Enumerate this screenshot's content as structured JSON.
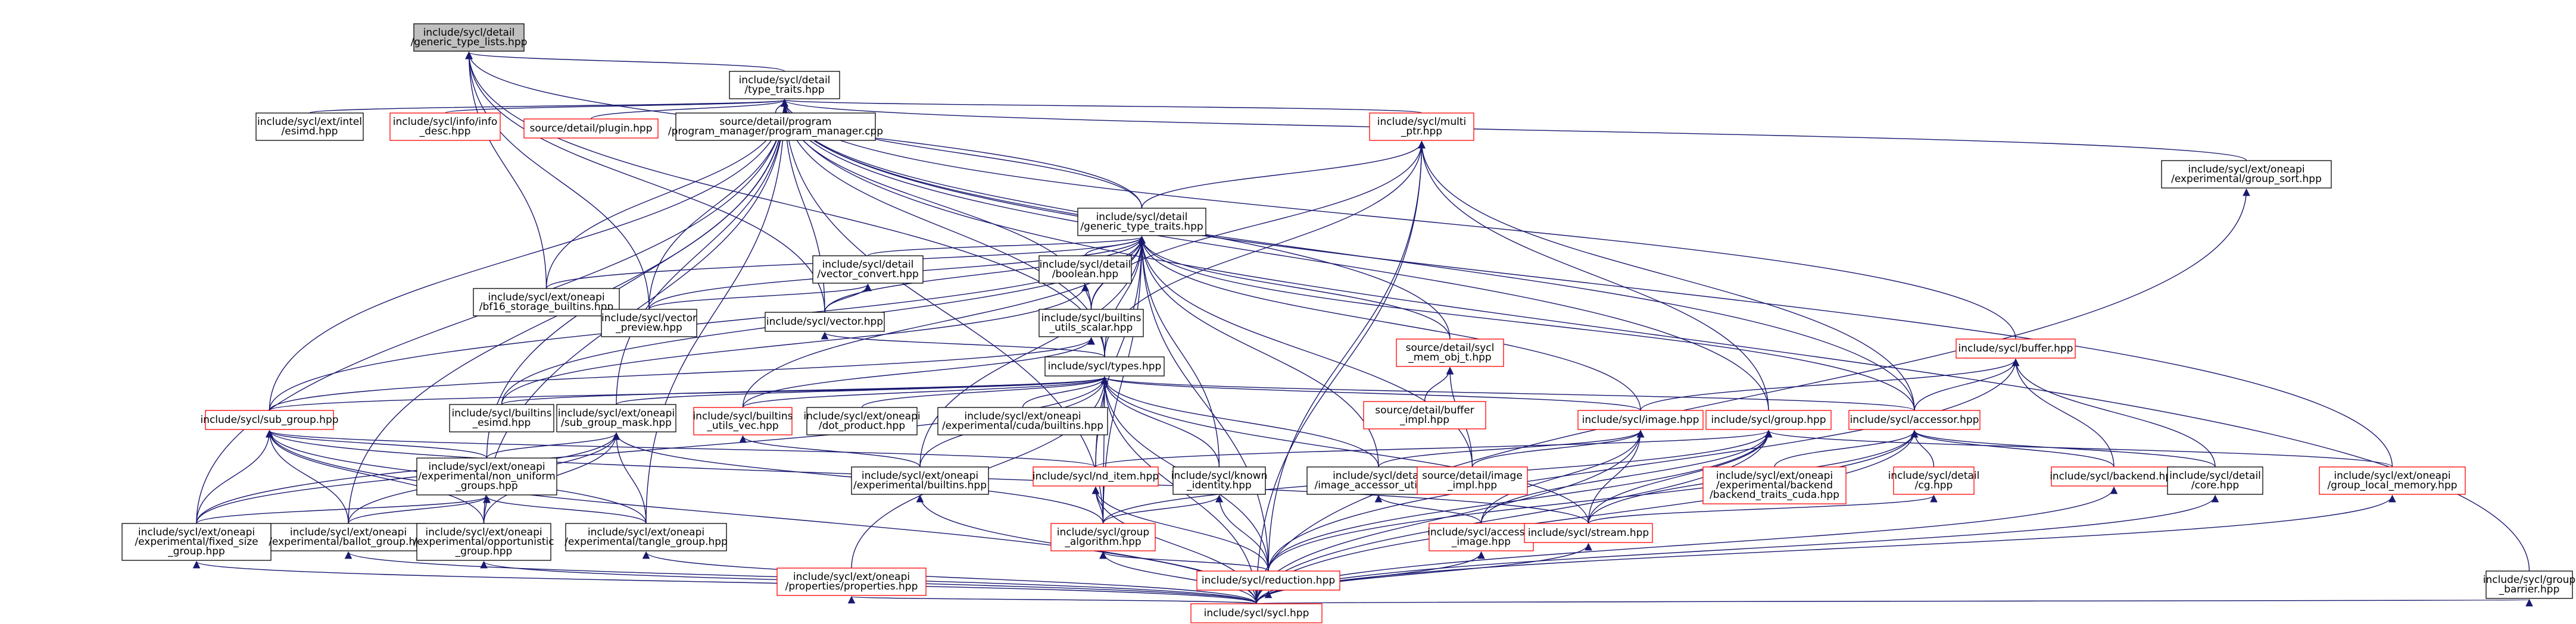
{
  "styles": {
    "black": "#000000",
    "red": "#ff0000",
    "root_fill": "#bfbfbf",
    "node_fill": "#ffffff",
    "edge": "#191970"
  },
  "root": {
    "lines": [
      "include/sycl/detail",
      "/generic_type_lists.hpp"
    ]
  },
  "nodes": [
    {
      "id": "type_traits",
      "lines": [
        "include/sycl/detail",
        "/type_traits.hpp"
      ],
      "color": "black"
    },
    {
      "id": "esimd",
      "lines": [
        "include/sycl/ext/intel",
        "/esimd.hpp"
      ],
      "color": "black"
    },
    {
      "id": "info_desc",
      "lines": [
        "include/sycl/info/info",
        "_desc.hpp"
      ],
      "color": "red"
    },
    {
      "id": "plugin_cpp",
      "lines": [
        "source/detail/plugin.hpp"
      ],
      "color": "red"
    },
    {
      "id": "program_mgr",
      "lines": [
        "source/detail/program",
        "/program_manager/program_manager.cpp"
      ],
      "color": "black"
    },
    {
      "id": "multi_ptr",
      "lines": [
        "include/sycl/multi",
        "_ptr.hpp"
      ],
      "color": "red"
    },
    {
      "id": "group_sort",
      "lines": [
        "include/sycl/ext/oneapi",
        "/experimental/group_sort.hpp"
      ],
      "color": "black"
    },
    {
      "id": "gen_type_traits",
      "lines": [
        "include/sycl/detail",
        "/generic_type_traits.hpp"
      ],
      "color": "black"
    },
    {
      "id": "bf16",
      "lines": [
        "include/sycl/ext/oneapi",
        "/bf16_storage_builtins.hpp"
      ],
      "color": "black"
    },
    {
      "id": "vector_convert",
      "lines": [
        "include/sycl/detail",
        "/vector_convert.hpp"
      ],
      "color": "black"
    },
    {
      "id": "boolean",
      "lines": [
        "include/sycl/detail",
        "/boolean.hpp"
      ],
      "color": "black"
    },
    {
      "id": "vector_preview",
      "lines": [
        "include/sycl/vector",
        "_preview.hpp"
      ],
      "color": "black"
    },
    {
      "id": "vector",
      "lines": [
        "include/sycl/vector.hpp"
      ],
      "color": "black"
    },
    {
      "id": "builtins_scalar",
      "lines": [
        "include/sycl/builtins",
        "_utils_scalar.hpp"
      ],
      "color": "black"
    },
    {
      "id": "buffer",
      "lines": [
        "include/sycl/buffer.hpp"
      ],
      "color": "red"
    },
    {
      "id": "mem_obj_t",
      "lines": [
        "source/detail/sycl",
        "_mem_obj_t.hpp"
      ],
      "color": "red"
    },
    {
      "id": "types",
      "lines": [
        "include/sycl/types.hpp"
      ],
      "color": "black"
    },
    {
      "id": "sub_group",
      "lines": [
        "include/sycl/sub_group.hpp"
      ],
      "color": "red"
    },
    {
      "id": "builtins_esimd",
      "lines": [
        "include/sycl/builtins",
        "_esimd.hpp"
      ],
      "color": "black"
    },
    {
      "id": "sub_group_mask",
      "lines": [
        "include/sycl/ext/oneapi",
        "/sub_group_mask.hpp"
      ],
      "color": "black"
    },
    {
      "id": "builtins_vec",
      "lines": [
        "include/sycl/builtins",
        "_utils_vec.hpp"
      ],
      "color": "red"
    },
    {
      "id": "dot_product",
      "lines": [
        "include/sycl/ext/oneapi",
        "/dot_product.hpp"
      ],
      "color": "black"
    },
    {
      "id": "cuda_builtins",
      "lines": [
        "include/sycl/ext/oneapi",
        "/experimental/cuda/builtins.hpp"
      ],
      "color": "black"
    },
    {
      "id": "buffer_impl",
      "lines": [
        "source/detail/buffer",
        "_impl.hpp"
      ],
      "color": "red"
    },
    {
      "id": "image",
      "lines": [
        "include/sycl/image.hpp"
      ],
      "color": "red"
    },
    {
      "id": "group",
      "lines": [
        "include/sycl/group.hpp"
      ],
      "color": "red"
    },
    {
      "id": "accessor",
      "lines": [
        "include/sycl/accessor.hpp"
      ],
      "color": "red"
    },
    {
      "id": "non_uniform",
      "lines": [
        "include/sycl/ext/oneapi",
        "/experimental/non_uniform",
        "_groups.hpp"
      ],
      "color": "black"
    },
    {
      "id": "exp_builtins",
      "lines": [
        "include/sycl/ext/oneapi",
        "/experimental/builtins.hpp"
      ],
      "color": "black"
    },
    {
      "id": "nd_item",
      "lines": [
        "include/sycl/nd_item.hpp"
      ],
      "color": "red"
    },
    {
      "id": "known_identity",
      "lines": [
        "include/sycl/known",
        "_identity.hpp"
      ],
      "color": "black"
    },
    {
      "id": "image_accessor_util",
      "lines": [
        "include/sycl/detail",
        "/image_accessor_util.hpp"
      ],
      "color": "black"
    },
    {
      "id": "image_impl",
      "lines": [
        "source/detail/image",
        "_impl.hpp"
      ],
      "color": "red"
    },
    {
      "id": "backend_traits_cuda",
      "lines": [
        "include/sycl/ext/oneapi",
        "/experimental/backend",
        "/backend_traits_cuda.hpp"
      ],
      "color": "red"
    },
    {
      "id": "cg",
      "lines": [
        "include/sycl/detail",
        "/cg.hpp"
      ],
      "color": "red"
    },
    {
      "id": "backend",
      "lines": [
        "include/sycl/backend.hpp"
      ],
      "color": "red"
    },
    {
      "id": "core",
      "lines": [
        "include/sycl/detail",
        "/core.hpp"
      ],
      "color": "black"
    },
    {
      "id": "group_local_memory",
      "lines": [
        "include/sycl/ext/oneapi",
        "/group_local_memory.hpp"
      ],
      "color": "red"
    },
    {
      "id": "fixed_size",
      "lines": [
        "include/sycl/ext/oneapi",
        "/experimental/fixed_size",
        "_group.hpp"
      ],
      "color": "black"
    },
    {
      "id": "ballot_group",
      "lines": [
        "include/sycl/ext/oneapi",
        "/experimental/ballot_group.hpp"
      ],
      "color": "black"
    },
    {
      "id": "opportunistic",
      "lines": [
        "include/sycl/ext/oneapi",
        "/experimental/opportunistic",
        "_group.hpp"
      ],
      "color": "black"
    },
    {
      "id": "tangle_group",
      "lines": [
        "include/sycl/ext/oneapi",
        "/experimental/tangle_group.hpp"
      ],
      "color": "black"
    },
    {
      "id": "group_algorithm",
      "lines": [
        "include/sycl/group",
        "_algorithm.hpp"
      ],
      "color": "red"
    },
    {
      "id": "accessor_image",
      "lines": [
        "include/sycl/accessor",
        "_image.hpp"
      ],
      "color": "red"
    },
    {
      "id": "stream",
      "lines": [
        "include/sycl/stream.hpp"
      ],
      "color": "red"
    },
    {
      "id": "properties",
      "lines": [
        "include/sycl/ext/oneapi",
        "/properties/properties.hpp"
      ],
      "color": "red"
    },
    {
      "id": "reduction",
      "lines": [
        "include/sycl/reduction.hpp"
      ],
      "color": "red"
    },
    {
      "id": "group_barrier",
      "lines": [
        "include/sycl/group",
        "_barrier.hpp"
      ],
      "color": "black"
    },
    {
      "id": "sycl_hpp",
      "lines": [
        "include/sycl/sycl.hpp"
      ],
      "color": "red"
    }
  ],
  "edges": [
    [
      "type_traits",
      "root"
    ],
    [
      "gen_type_traits",
      "root"
    ],
    [
      "vector_preview",
      "root"
    ],
    [
      "bf16",
      "root"
    ],
    [
      "vector",
      "root"
    ],
    [
      "types",
      "root"
    ],
    [
      "esimd",
      "type_traits"
    ],
    [
      "info_desc",
      "type_traits"
    ],
    [
      "plugin_cpp",
      "type_traits"
    ],
    [
      "program_mgr",
      "type_traits"
    ],
    [
      "multi_ptr",
      "type_traits"
    ],
    [
      "group_sort",
      "type_traits"
    ],
    [
      "gen_type_traits",
      "type_traits"
    ],
    [
      "bf16",
      "type_traits"
    ],
    [
      "vector_preview",
      "type_traits"
    ],
    [
      "vector",
      "type_traits"
    ],
    [
      "builtins_scalar",
      "type_traits"
    ],
    [
      "buffer",
      "type_traits"
    ],
    [
      "mem_obj_t",
      "type_traits"
    ],
    [
      "types",
      "type_traits"
    ],
    [
      "sub_group",
      "type_traits"
    ],
    [
      "accessor",
      "type_traits"
    ],
    [
      "group",
      "type_traits"
    ],
    [
      "group_local_memory",
      "type_traits"
    ],
    [
      "fixed_size",
      "type_traits"
    ],
    [
      "ballot_group",
      "type_traits"
    ],
    [
      "opportunistic",
      "type_traits"
    ],
    [
      "tangle_group",
      "type_traits"
    ],
    [
      "group_barrier",
      "type_traits"
    ],
    [
      "non_uniform",
      "type_traits"
    ],
    [
      "group_algorithm",
      "type_traits"
    ],
    [
      "sub_group_mask",
      "type_traits"
    ],
    [
      "gen_type_traits",
      "multi_ptr"
    ],
    [
      "builtins_scalar",
      "multi_ptr"
    ],
    [
      "types",
      "multi_ptr"
    ],
    [
      "accessor",
      "multi_ptr"
    ],
    [
      "group",
      "multi_ptr"
    ],
    [
      "sycl_hpp",
      "multi_ptr"
    ],
    [
      "reduction",
      "multi_ptr"
    ],
    [
      "bf16",
      "gen_type_traits"
    ],
    [
      "vector_convert",
      "gen_type_traits"
    ],
    [
      "boolean",
      "gen_type_traits"
    ],
    [
      "vector_preview",
      "gen_type_traits"
    ],
    [
      "vector",
      "gen_type_traits"
    ],
    [
      "builtins_scalar",
      "gen_type_traits"
    ],
    [
      "types",
      "gen_type_traits"
    ],
    [
      "sub_group",
      "gen_type_traits"
    ],
    [
      "builtins_esimd",
      "gen_type_traits"
    ],
    [
      "builtins_vec",
      "gen_type_traits"
    ],
    [
      "mem_obj_t",
      "gen_type_traits"
    ],
    [
      "image",
      "gen_type_traits"
    ],
    [
      "accessor",
      "gen_type_traits"
    ],
    [
      "nd_item",
      "gen_type_traits"
    ],
    [
      "known_identity",
      "gen_type_traits"
    ],
    [
      "image_accessor_util",
      "gen_type_traits"
    ],
    [
      "image_impl",
      "gen_type_traits"
    ],
    [
      "reduction",
      "gen_type_traits"
    ],
    [
      "exp_builtins",
      "gen_type_traits"
    ],
    [
      "group_algorithm",
      "gen_type_traits"
    ],
    [
      "vector_preview",
      "vector_convert"
    ],
    [
      "vector",
      "vector_convert"
    ],
    [
      "builtins_scalar",
      "boolean"
    ],
    [
      "builtins_esimd",
      "boolean"
    ],
    [
      "types",
      "vector"
    ],
    [
      "sub_group",
      "builtins_scalar"
    ],
    [
      "builtins_vec",
      "builtins_scalar"
    ],
    [
      "image",
      "buffer"
    ],
    [
      "accessor",
      "buffer"
    ],
    [
      "backend",
      "buffer"
    ],
    [
      "core",
      "buffer"
    ],
    [
      "reduction",
      "buffer"
    ],
    [
      "buffer_impl",
      "mem_obj_t"
    ],
    [
      "image_impl",
      "mem_obj_t"
    ],
    [
      "sub_group",
      "types"
    ],
    [
      "builtins_esimd",
      "types"
    ],
    [
      "sub_group_mask",
      "types"
    ],
    [
      "builtins_vec",
      "types"
    ],
    [
      "dot_product",
      "types"
    ],
    [
      "cuda_builtins",
      "types"
    ],
    [
      "image",
      "types"
    ],
    [
      "accessor",
      "types"
    ],
    [
      "exp_builtins",
      "types"
    ],
    [
      "nd_item",
      "types"
    ],
    [
      "known_identity",
      "types"
    ],
    [
      "image_accessor_util",
      "types"
    ],
    [
      "stream",
      "types"
    ],
    [
      "properties",
      "types"
    ],
    [
      "reduction",
      "types"
    ],
    [
      "sycl_hpp",
      "types"
    ],
    [
      "group_algorithm",
      "types"
    ],
    [
      "fixed_size",
      "types"
    ],
    [
      "fixed_size",
      "sub_group"
    ],
    [
      "ballot_group",
      "sub_group"
    ],
    [
      "opportunistic",
      "sub_group"
    ],
    [
      "tangle_group",
      "sub_group"
    ],
    [
      "nd_item",
      "sub_group"
    ],
    [
      "stream",
      "sub_group"
    ],
    [
      "sycl_hpp",
      "sub_group"
    ],
    [
      "non_uniform",
      "sub_group"
    ],
    [
      "non_uniform",
      "sub_group_mask"
    ],
    [
      "fixed_size",
      "sub_group_mask"
    ],
    [
      "ballot_group",
      "sub_group_mask"
    ],
    [
      "opportunistic",
      "sub_group_mask"
    ],
    [
      "tangle_group",
      "sub_group_mask"
    ],
    [
      "group_algorithm",
      "sub_group_mask"
    ],
    [
      "exp_builtins",
      "builtins_vec"
    ],
    [
      "image_accessor_util",
      "image"
    ],
    [
      "image_impl",
      "image"
    ],
    [
      "accessor_image",
      "image"
    ],
    [
      "stream",
      "image"
    ],
    [
      "sycl_hpp",
      "image"
    ],
    [
      "nd_item",
      "group"
    ],
    [
      "group_algorithm",
      "group"
    ],
    [
      "stream",
      "group"
    ],
    [
      "reduction",
      "group"
    ],
    [
      "sycl_hpp",
      "group"
    ],
    [
      "accessor_image",
      "group"
    ],
    [
      "group_local_memory",
      "group"
    ],
    [
      "backend_traits_cuda",
      "accessor"
    ],
    [
      "cg",
      "accessor"
    ],
    [
      "backend",
      "accessor"
    ],
    [
      "core",
      "accessor"
    ],
    [
      "stream",
      "accessor"
    ],
    [
      "reduction",
      "accessor"
    ],
    [
      "sycl_hpp",
      "accessor"
    ],
    [
      "fixed_size",
      "non_uniform"
    ],
    [
      "ballot_group",
      "non_uniform"
    ],
    [
      "opportunistic",
      "non_uniform"
    ],
    [
      "tangle_group",
      "non_uniform"
    ],
    [
      "sycl_hpp",
      "exp_builtins"
    ],
    [
      "group_algorithm",
      "nd_item"
    ],
    [
      "reduction",
      "nd_item"
    ],
    [
      "sycl_hpp",
      "nd_item"
    ],
    [
      "group_algorithm",
      "known_identity"
    ],
    [
      "reduction",
      "known_identity"
    ],
    [
      "accessor_image",
      "image_accessor_util"
    ],
    [
      "stream",
      "cg"
    ],
    [
      "sycl_hpp",
      "backend"
    ],
    [
      "sycl_hpp",
      "core"
    ],
    [
      "sycl_hpp",
      "group_local_memory"
    ],
    [
      "sycl_hpp",
      "fixed_size"
    ],
    [
      "sycl_hpp",
      "ballot_group"
    ],
    [
      "sycl_hpp",
      "opportunistic"
    ],
    [
      "sycl_hpp",
      "tangle_group"
    ],
    [
      "reduction",
      "group_algorithm"
    ],
    [
      "sycl_hpp",
      "group_algorithm"
    ],
    [
      "sycl_hpp",
      "accessor_image"
    ],
    [
      "sycl_hpp",
      "stream"
    ],
    [
      "sycl_hpp",
      "properties"
    ],
    [
      "sycl_hpp",
      "reduction"
    ],
    [
      "sycl_hpp",
      "group_barrier"
    ],
    [
      "sycl_hpp",
      "group_sort"
    ]
  ]
}
